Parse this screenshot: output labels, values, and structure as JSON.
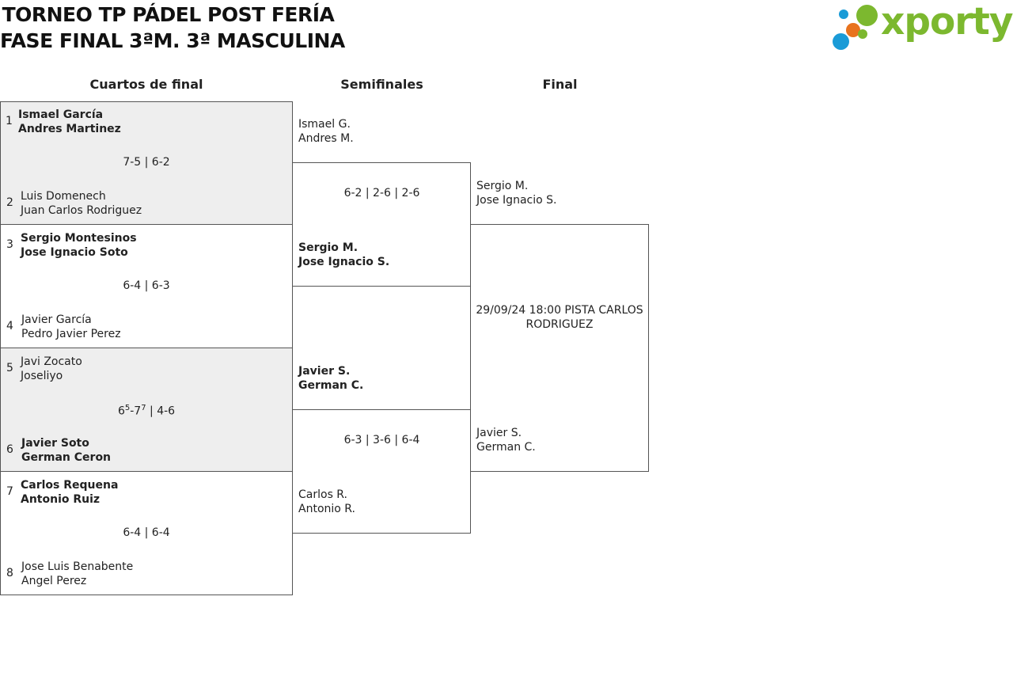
{
  "title": {
    "line1": "TORNEO TP PÁDEL POST FERÍA",
    "line2": "FASE FINAL 3ªM. 3ª MASCULINA"
  },
  "logo": {
    "text": "xporty",
    "brand_color": "#7cb82f",
    "dot_colors": [
      "#1a9bd7",
      "#e8731e",
      "#7cb82f"
    ]
  },
  "rounds": {
    "quarterfinals": "Cuartos de final",
    "semifinals": "Semifinales",
    "final": "Final"
  },
  "quarterfinals": [
    {
      "top": {
        "seed": "1",
        "player1": "Ismael García",
        "player2": "Andres Martinez",
        "winner": true
      },
      "bottom": {
        "seed": "2",
        "player1": "Luis Domenech",
        "player2": "Juan Carlos Rodriguez",
        "winner": false
      },
      "score": "7-5 | 6-2"
    },
    {
      "top": {
        "seed": "3",
        "player1": "Sergio Montesinos",
        "player2": "Jose Ignacio Soto",
        "winner": true
      },
      "bottom": {
        "seed": "4",
        "player1": "Javier García",
        "player2": "Pedro Javier Perez",
        "winner": false
      },
      "score": "6-4 | 6-3"
    },
    {
      "top": {
        "seed": "5",
        "player1": "Javi Zocato",
        "player2": "Joseliyo",
        "winner": false
      },
      "bottom": {
        "seed": "6",
        "player1": "Javier Soto",
        "player2": "German Ceron",
        "winner": true
      },
      "score_parts": {
        "a": "6",
        "a_tb": "5",
        "b": "-7",
        "b_tb": "7",
        "rest": " | 4-6"
      }
    },
    {
      "top": {
        "seed": "7",
        "player1": "Carlos Requena",
        "player2": "Antonio Ruiz",
        "winner": true
      },
      "bottom": {
        "seed": "8",
        "player1": "Jose Luis Benabente",
        "player2": "Angel Perez",
        "winner": false
      },
      "score": "6-4 | 6-4"
    }
  ],
  "semifinals": [
    {
      "top": {
        "player1": "Ismael G.",
        "player2": "Andres M.",
        "winner": false
      },
      "bottom": {
        "player1": "Sergio M.",
        "player2": "Jose Ignacio S.",
        "winner": true
      },
      "score": "6-2 | 2-6 | 2-6"
    },
    {
      "top": {
        "player1": "Javier S.",
        "player2": "German C.",
        "winner": true
      },
      "bottom": {
        "player1": "Carlos R.",
        "player2": "Antonio R.",
        "winner": false
      },
      "score": "6-3 | 3-6 | 6-4"
    }
  ],
  "final": {
    "top": {
      "player1": "Sergio M.",
      "player2": "Jose Ignacio S."
    },
    "bottom": {
      "player1": "Javier S.",
      "player2": "German C."
    },
    "info": "29/09/24 18:00 PISTA CARLOS RODRIGUEZ"
  }
}
